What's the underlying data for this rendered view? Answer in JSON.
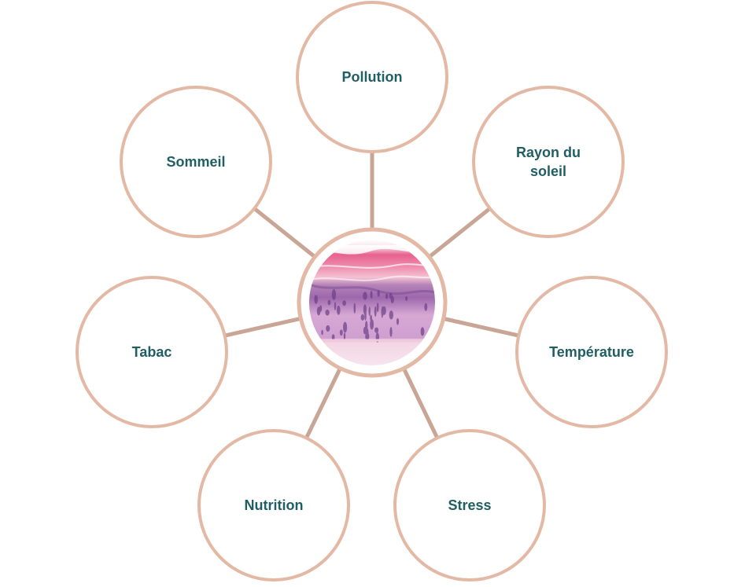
{
  "diagram": {
    "nodes": [
      {
        "id": "pollution",
        "lines": [
          "Pollution"
        ]
      },
      {
        "id": "rayon-du-soleil",
        "lines": [
          "Rayon du",
          "soleil"
        ]
      },
      {
        "id": "temperature",
        "lines": [
          "Température"
        ]
      },
      {
        "id": "stress",
        "lines": [
          "Stress"
        ]
      },
      {
        "id": "nutrition",
        "lines": [
          "Nutrition"
        ]
      },
      {
        "id": "tabac",
        "lines": [
          "Tabac"
        ]
      },
      {
        "id": "sommeil",
        "lines": [
          "Sommeil"
        ]
      }
    ],
    "hub": {
      "image": "skin-tissue-histology-illustration"
    },
    "colors": {
      "circle_stroke": "#e3b9a5",
      "connector": "#c9a596",
      "label_text": "#1f5e63"
    }
  }
}
